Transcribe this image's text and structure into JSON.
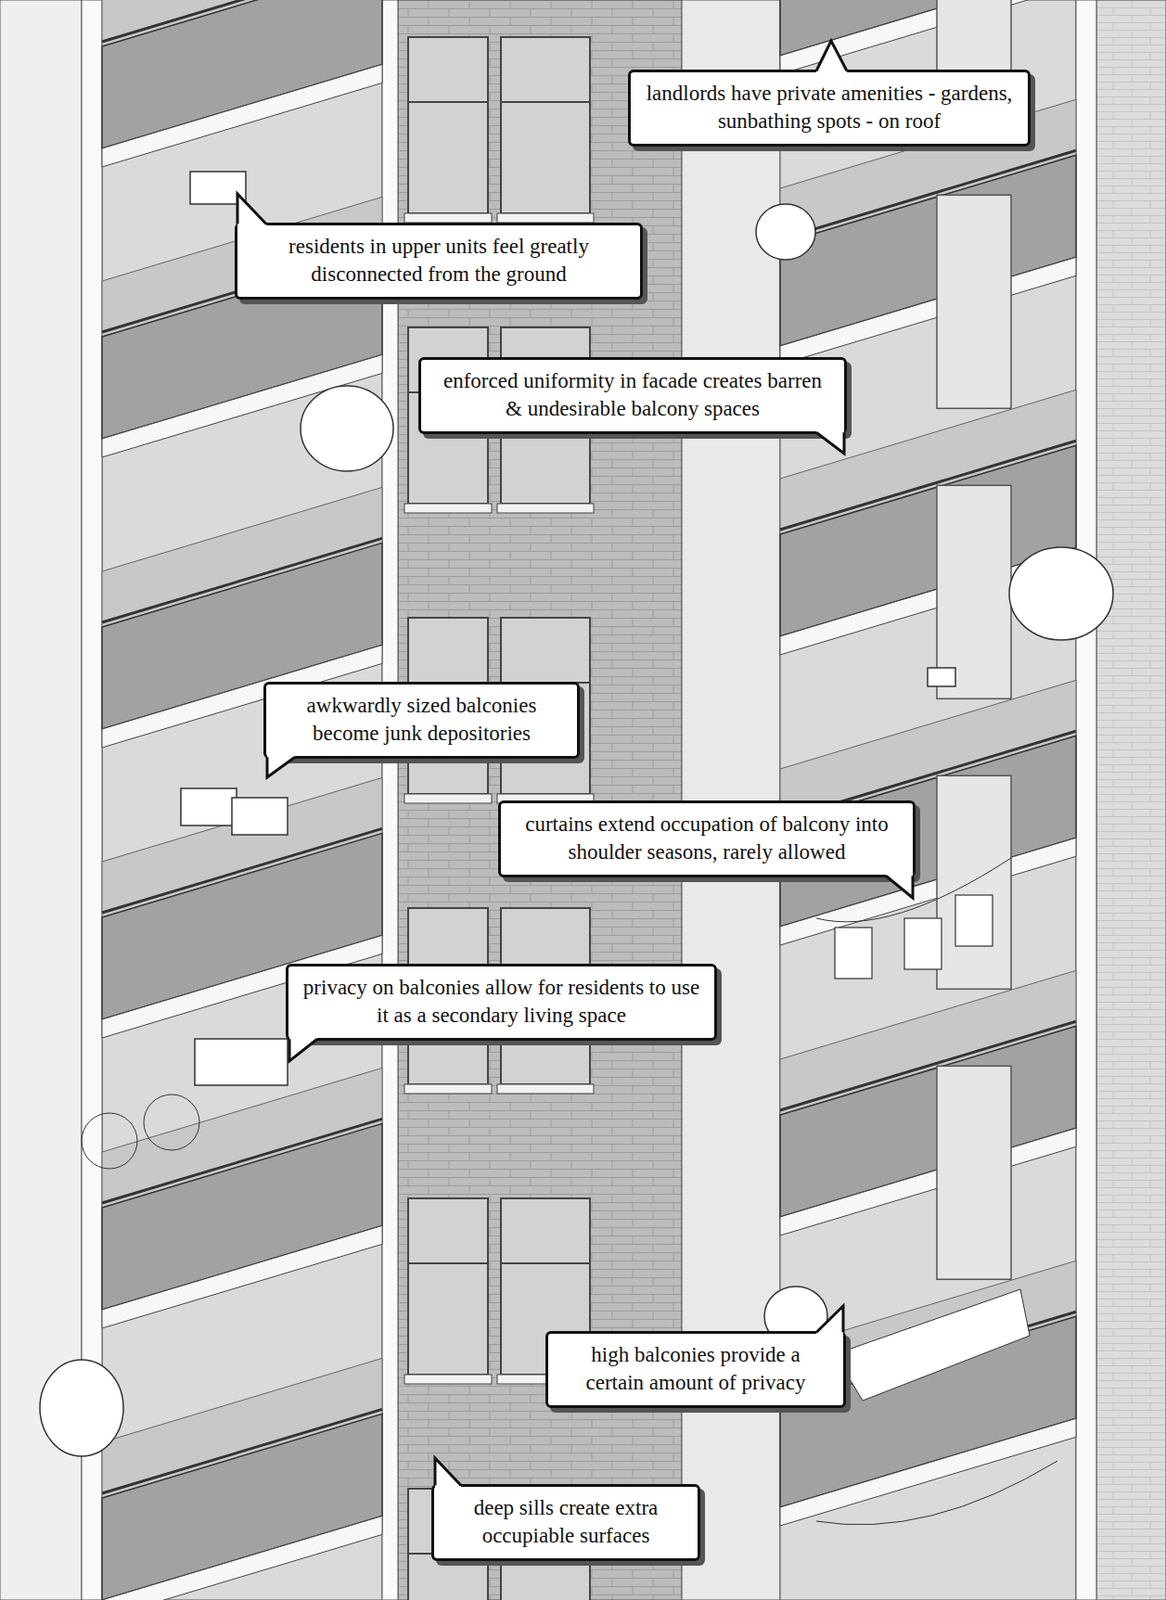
{
  "diagram": {
    "nodes": [
      {
        "text": [
          "landlords have private amenities - gardens, sunbathing spots - on roof"
        ]
      },
      {
        "text": [
          "residents in upper units feel greatly disconnected from the ground"
        ]
      },
      {
        "text": [
          "enforced uniformity in facade creates barren & undesirable balcony spaces"
        ]
      },
      {
        "text": [
          "awkwardly sized balconies become junk depositories"
        ]
      },
      {
        "text": [
          "curtains extend occupation of balcony into shoulder seasons, rarely allowed"
        ]
      },
      {
        "text": [
          "privacy on balconies allow for residents to use it as a secondary living space"
        ]
      },
      {
        "text": [
          "high balconies provide a certain amount of privacy"
        ]
      },
      {
        "text": [
          "deep sills create extra occupiable surfaces"
        ]
      }
    ]
  }
}
